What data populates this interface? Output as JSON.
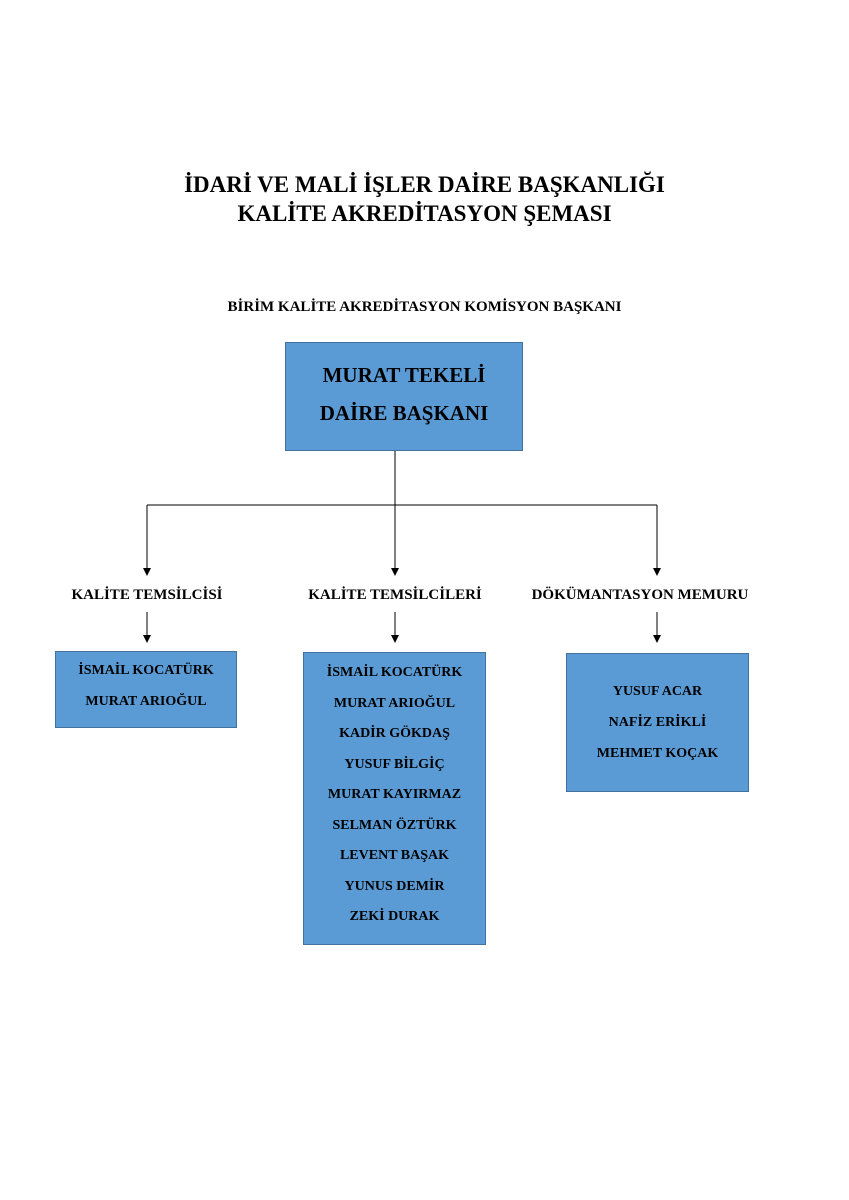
{
  "title_line1": "İDARİ VE MALİ İŞLER DAİRE BAŞKANLIĞI",
  "title_line2": "KALİTE AKREDİTASYON ŞEMASI",
  "subtitle": "BİRİM KALİTE AKREDİTASYON KOMİSYON BAŞKANI",
  "head": {
    "name": "MURAT TEKELİ",
    "role": "DAİRE BAŞKANI"
  },
  "branches": [
    {
      "label": "KALİTE TEMSİLCİSİ",
      "members": [
        "İSMAİL KOCATÜRK",
        "MURAT ARIOĞUL"
      ]
    },
    {
      "label": "KALİTE TEMSİLCİLERİ",
      "members": [
        "İSMAİL KOCATÜRK",
        "MURAT ARIOĞUL",
        "KADİR GÖKDAŞ",
        "YUSUF BİLGİÇ",
        "MURAT KAYIRMAZ",
        "SELMAN ÖZTÜRK",
        "LEVENT BAŞAK",
        "YUNUS DEMİR",
        "ZEKİ DURAK"
      ]
    },
    {
      "label": "DÖKÜMANTASYON MEMURU",
      "members": [
        "YUSUF ACAR",
        "NAFİZ ERİKLİ",
        "MEHMET KOÇAK"
      ]
    }
  ],
  "colors": {
    "box_fill": "#5b9bd5",
    "box_border": "#41719c",
    "connector": "#000000"
  }
}
